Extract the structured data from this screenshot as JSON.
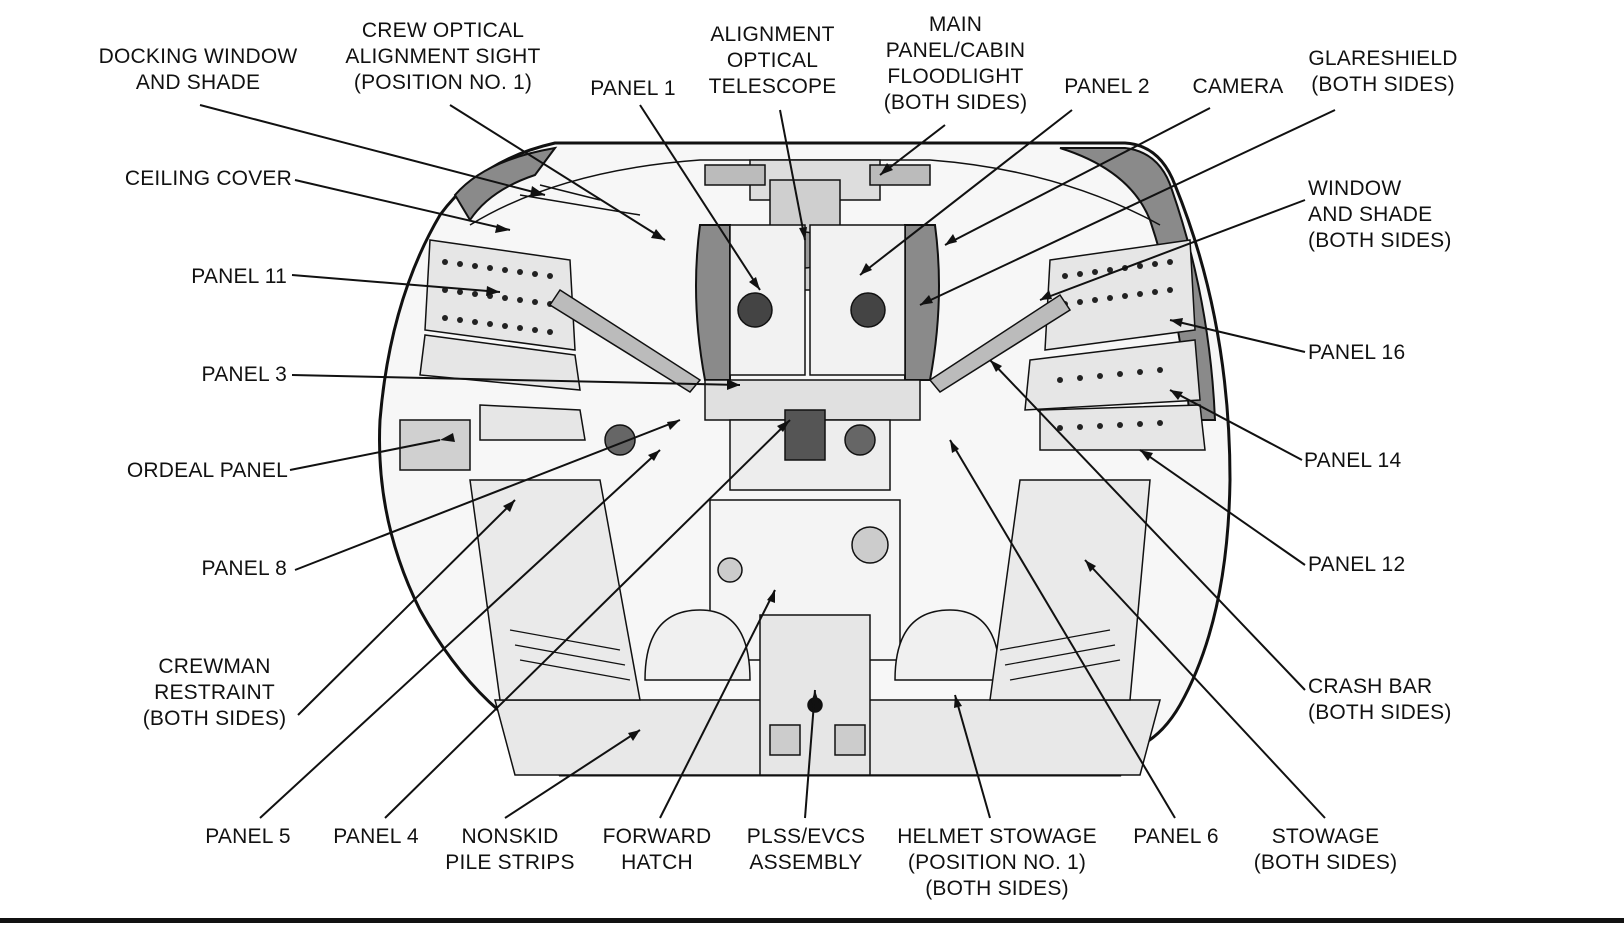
{
  "labels": {
    "docking_window": "DOCKING WINDOW\nAND SHADE",
    "crew_optical_sight": "CREW OPTICAL\nALIGNMENT SIGHT\n(POSITION NO. 1)",
    "panel_1": "PANEL 1",
    "alignment_telescope": "ALIGNMENT\nOPTICAL\nTELESCOPE",
    "main_panel_floodlight": "MAIN\nPANEL/CABIN\nFLOODLIGHT\n(BOTH SIDES)",
    "panel_2": "PANEL 2",
    "camera": "CAMERA",
    "glareshield": "GLARESHIELD\n(BOTH SIDES)",
    "ceiling_cover": "CEILING COVER",
    "window_shade": "WINDOW\nAND SHADE\n(BOTH SIDES)",
    "panel_11": "PANEL 11",
    "panel_16": "PANEL 16",
    "panel_3": "PANEL 3",
    "ordeal_panel": "ORDEAL  PANEL",
    "panel_14": "PANEL 14",
    "panel_8": "PANEL 8",
    "panel_12": "PANEL 12",
    "crewman_restraint": "CREWMAN\nRESTRAINT\n(BOTH SIDES)",
    "crash_bar": "CRASH BAR\n(BOTH SIDES)",
    "panel_5": "PANEL 5",
    "panel_4": "PANEL 4",
    "nonskid": "NONSKID\nPILE STRIPS",
    "forward_hatch": "FORWARD\nHATCH",
    "plss_evcs": "PLSS/EVCS\nASSEMBLY",
    "helmet_stowage": "HELMET STOWAGE\n(POSITION NO. 1)\n(BOTH SIDES)",
    "panel_6": "PANEL 6",
    "stowage": "STOWAGE\n(BOTH SIDES)"
  }
}
